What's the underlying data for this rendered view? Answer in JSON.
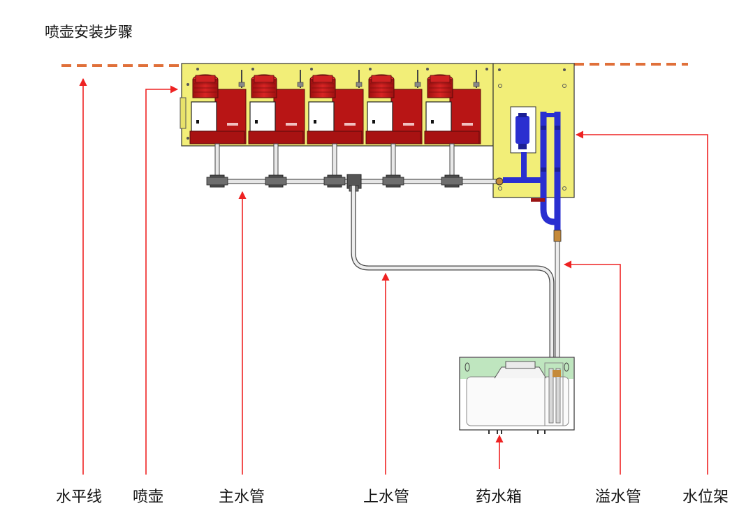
{
  "page_title": "喷壶安装步骤",
  "labels": {
    "horizontal_line": "水平线",
    "sprayer": "喷壶",
    "main_pipe": "主水管",
    "supply_pipe": "上水管",
    "tank": "药水箱",
    "overflow_pipe": "溢水管",
    "level_rack": "水位架"
  },
  "colors": {
    "panel": "#f2ee78",
    "sprayer": "#c61a1a",
    "pipe_blue": "#2a2fd0",
    "annotation_red": "#ee2222",
    "dashed_line": "#e0703a",
    "tank_top": "#bfe6bf"
  },
  "sprayer_count": 5
}
